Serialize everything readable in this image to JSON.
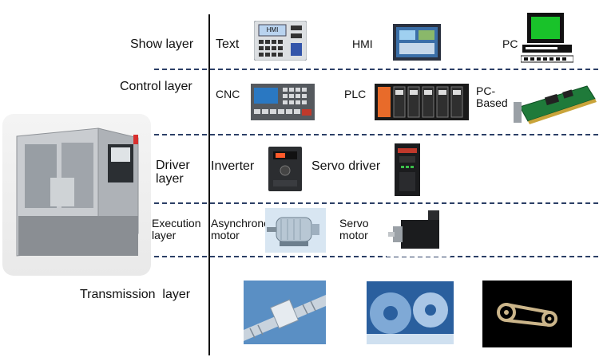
{
  "layers": {
    "show": {
      "title": "Show layer",
      "items": [
        "Text",
        "HMI",
        "PC"
      ],
      "hmi_panel_label": "HMI"
    },
    "control": {
      "title": "Control layer",
      "items": [
        "CNC",
        "PLC",
        "PC-\nBased"
      ]
    },
    "driver": {
      "title": "Driver\nlayer",
      "items": [
        "Inverter",
        "Servo driver"
      ]
    },
    "execution": {
      "title": "Execution\nlayer",
      "items": [
        "Asynchronous\nmotor",
        "Servo\nmotor"
      ]
    },
    "transmission": {
      "title": "Transmission  layer",
      "items": []
    }
  },
  "pictures": [
    "cnc-machine",
    "text-display-panel",
    "hmi-touchscreen",
    "desktop-pc",
    "cnc-controller",
    "plc-rack",
    "pc-based-control-card",
    "inverter",
    "servo-drive",
    "asynchronous-motor",
    "servo-motor",
    "ball-screw",
    "gears",
    "timing-belt"
  ],
  "colors": {
    "divider": "#2c3f66",
    "axis": "#111111"
  }
}
